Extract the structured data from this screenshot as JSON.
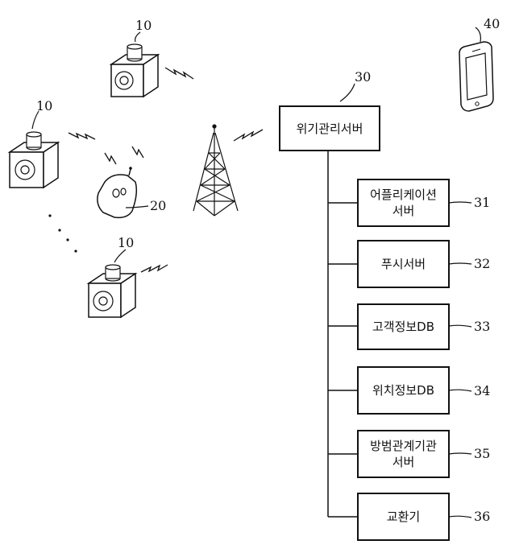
{
  "labels": {
    "sensor_a": "10",
    "sensor_b": "10",
    "sensor_c": "10",
    "remote": "20",
    "server": "30",
    "phone": "40"
  },
  "server": {
    "line1": "위기관리서버"
  },
  "components": [
    {
      "line1": "어플리케이션",
      "line2": "서버",
      "ref": "31"
    },
    {
      "line1": "푸시서버",
      "line2": "",
      "ref": "32"
    },
    {
      "line1": "고객정보DB",
      "line2": "",
      "ref": "33"
    },
    {
      "line1": "위치정보DB",
      "line2": "",
      "ref": "34"
    },
    {
      "line1": "방범관계기관",
      "line2": "서버",
      "ref": "35"
    },
    {
      "line1": "교환기",
      "line2": "",
      "ref": "36"
    }
  ],
  "icons": [
    "sensor-device-icon",
    "remote-control-icon",
    "radio-tower-icon",
    "smartphone-icon",
    "wireless-signal-icon"
  ]
}
